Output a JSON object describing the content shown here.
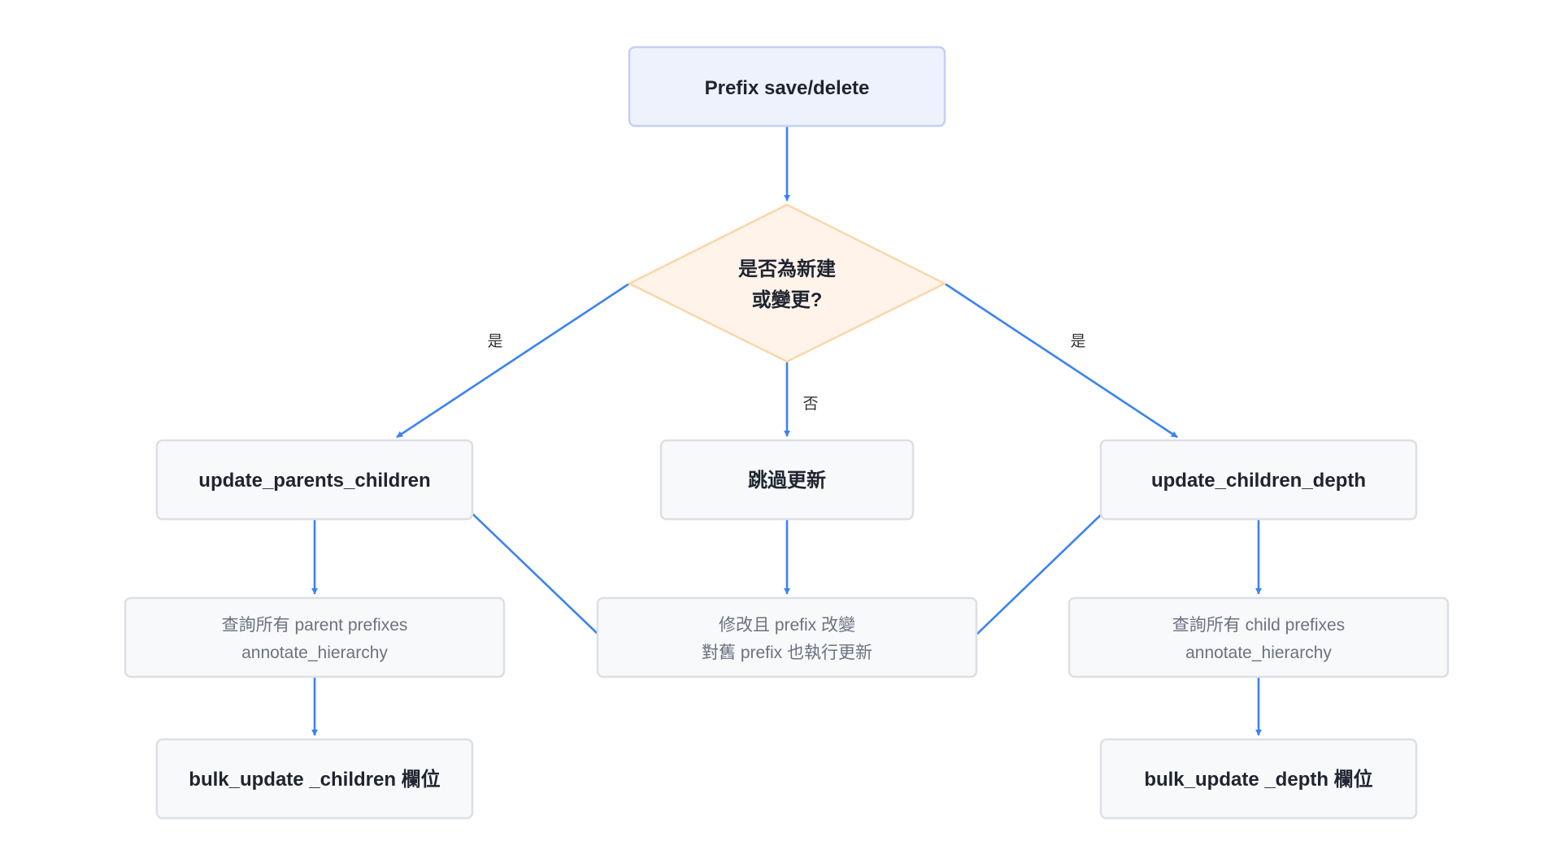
{
  "nodes": {
    "start": {
      "label": "Prefix save/delete"
    },
    "decision": {
      "line1": "是否為新建",
      "line2": "或變更?"
    },
    "left_update": {
      "label": "update_parents_children"
    },
    "center_skip": {
      "label": "跳過更新"
    },
    "right_update": {
      "label": "update_children_depth"
    },
    "left_query": {
      "line1": "查詢所有 parent prefixes",
      "line2": "annotate_hierarchy"
    },
    "center_note": {
      "line1": "修改且 prefix 改變",
      "line2": "對舊 prefix 也執行更新"
    },
    "right_query": {
      "line1": "查詢所有 child prefixes",
      "line2": "annotate_hierarchy"
    },
    "left_bulk": {
      "label": "bulk_update _children 欄位"
    },
    "right_bulk": {
      "label": "bulk_update _depth 欄位"
    }
  },
  "edge_labels": {
    "yes_left": "是",
    "no_center": "否",
    "yes_right": "是"
  },
  "colors": {
    "edge": "#3b82f6",
    "start_fill": "#eef2fd",
    "decision_fill": "#fff3ea",
    "node_fill": "#f8f9fb"
  }
}
